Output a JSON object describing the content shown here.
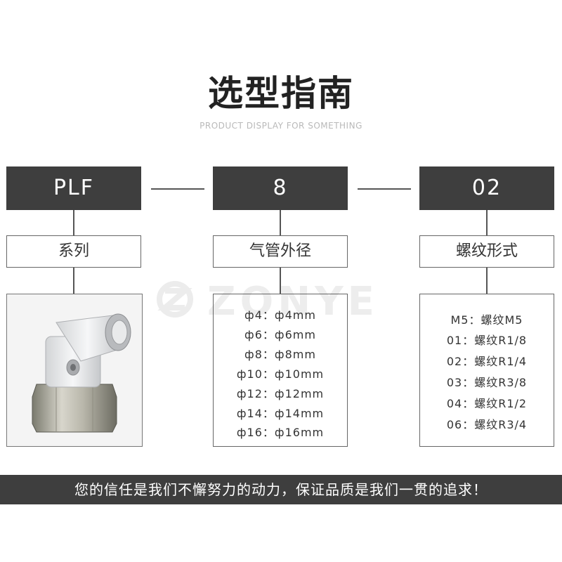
{
  "header": {
    "title": "选型指南",
    "subtitle": "PRODUCT DISPLAY FOR SOMETHING"
  },
  "watermark": {
    "brand": "ZONYE"
  },
  "columns": [
    {
      "code": "PLF",
      "label": "系列"
    },
    {
      "code": "8",
      "label": "气管外径",
      "items": [
        "ф4：ф4mm",
        "ф6：ф6mm",
        "ф8：ф8mm",
        "ф10：ф10mm",
        "ф12：ф12mm",
        "ф14：ф14mm",
        "ф16：ф16mm"
      ]
    },
    {
      "code": "02",
      "label": "螺纹形式",
      "items": [
        "M5：螺纹M5",
        "01：螺纹R1/8",
        "02：螺纹R1/4",
        "03：螺纹R3/8",
        "04：螺纹R1/2",
        "06：螺纹R3/4"
      ]
    }
  ],
  "banner": {
    "text": "您的信任是我们不懈努力的动力，保证品质是我们一贯的追求！"
  },
  "colors": {
    "dark_box": "#3e3e3e",
    "line": "#555555",
    "subtitle": "#b9b9b9"
  }
}
